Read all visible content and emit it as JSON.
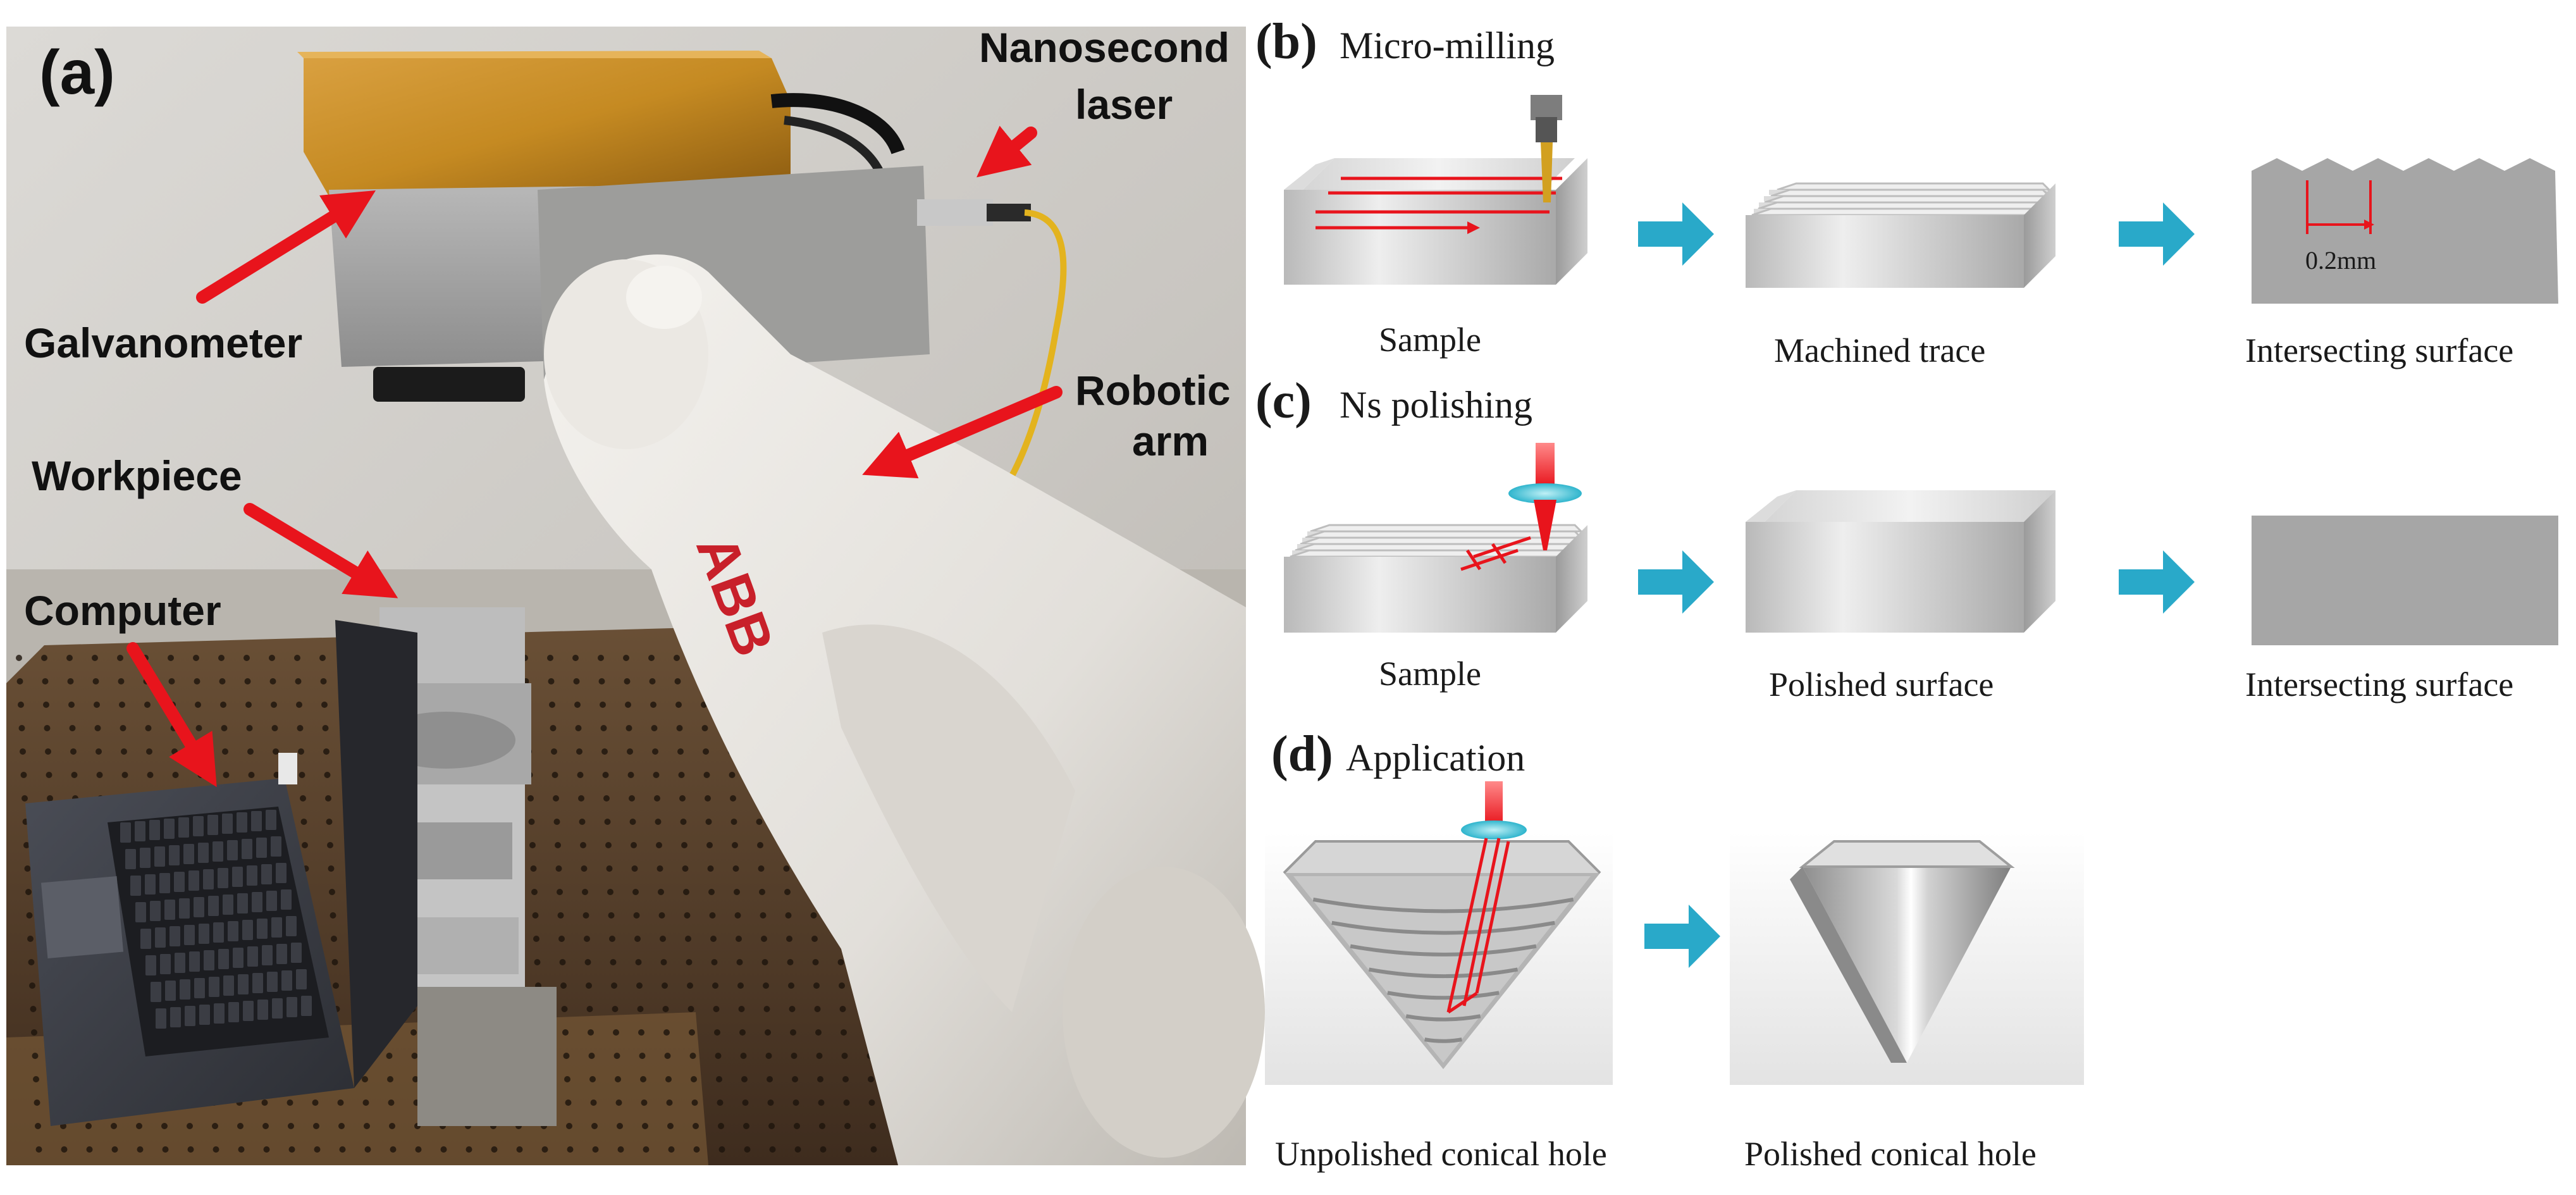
{
  "panel_a": {
    "label": "(a)",
    "callouts": {
      "laser_line1": "Nanosecond",
      "laser_line2": "laser",
      "galvanometer": "Galvanometer",
      "robot_line1": "Robotic",
      "robot_line2": "arm",
      "workpiece": "Workpiece",
      "computer": "Computer"
    },
    "robot_brand": "ABB"
  },
  "panel_b": {
    "label": "(b)",
    "title": "Micro-milling",
    "captions": [
      "Sample",
      "Machined trace",
      "Intersecting surface"
    ],
    "dimension": "0.2mm"
  },
  "panel_c": {
    "label": "(c)",
    "title": "Ns polishing",
    "captions": [
      "Sample",
      "Polished surface",
      "Intersecting surface"
    ]
  },
  "panel_d": {
    "label": "(d)",
    "title": "Application",
    "captions": [
      "Unpolished conical hole",
      "Polished conical hole"
    ]
  },
  "colors": {
    "arrow_red": "#e8141c",
    "flow_arrow": "#29a9c9",
    "metal_gray": "#a6a6a6",
    "laser_red": "#e8141c",
    "lens_cyan": "#35c0d6"
  }
}
